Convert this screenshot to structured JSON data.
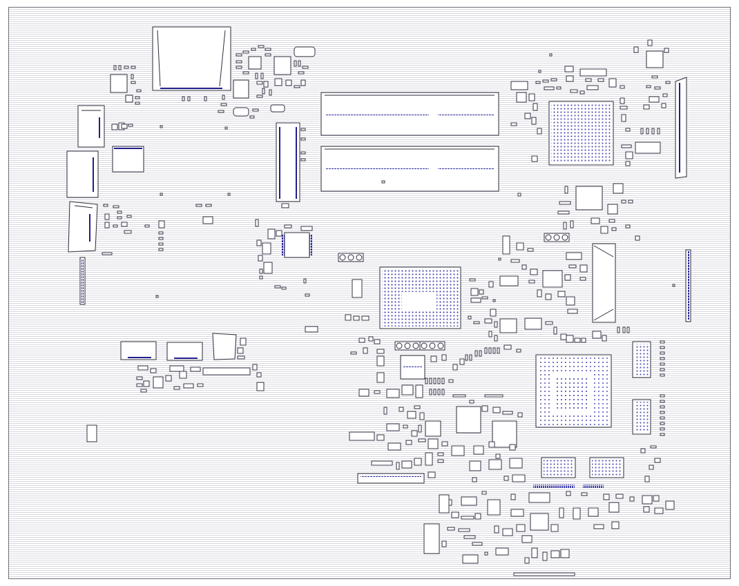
{
  "board": {
    "background_color": "#ffffff",
    "trace_line_color": "#d6d6de",
    "outline_color": "#2a2a3a",
    "pad_color": "#1e1e8c"
  },
  "components": {
    "bga_count": 3,
    "memory_slots": 2,
    "edge_connectors": 4
  }
}
